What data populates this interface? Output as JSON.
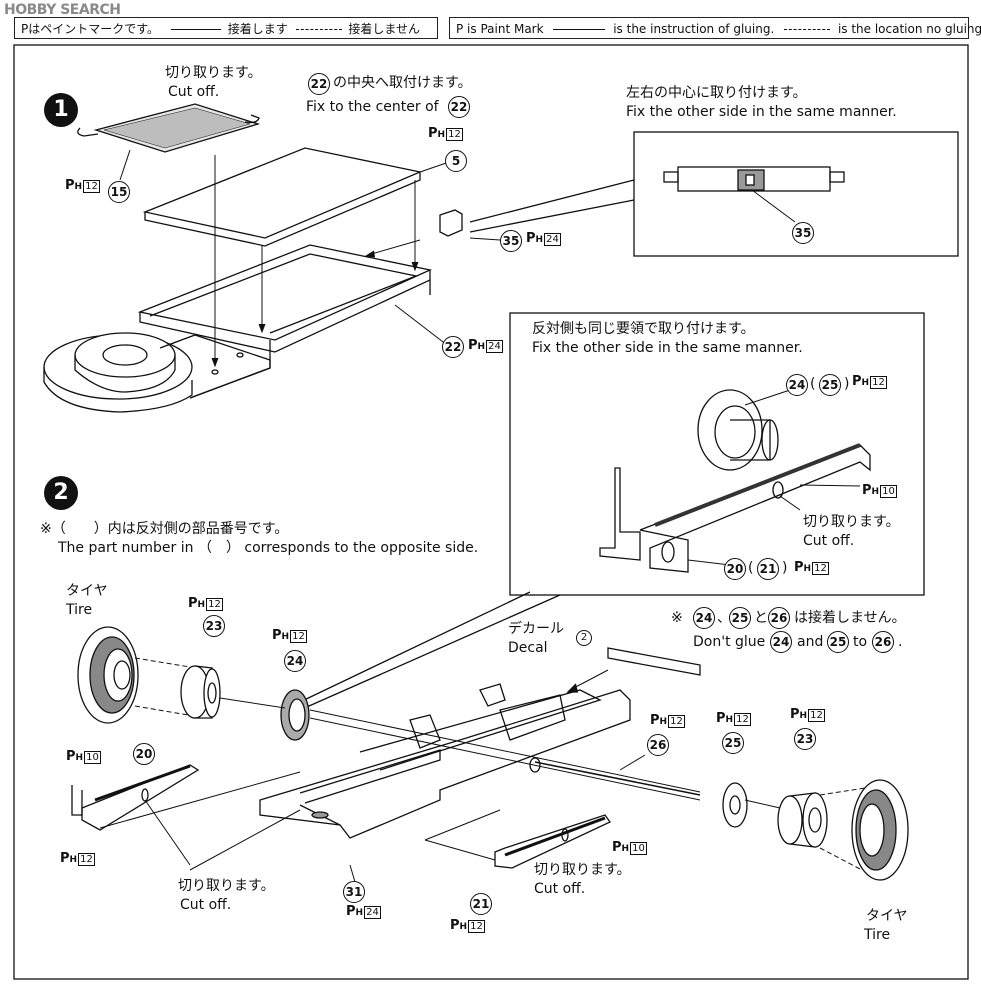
{
  "watermark": "HOBBY SEARCH",
  "legend_jp": {
    "paint": "Pはペイントマークです。",
    "glue": "接着します",
    "noglue": "接着しません"
  },
  "legend_en": {
    "paint": "P is Paint Mark",
    "glue": "is the instruction of gluing.",
    "noglue": "is the location no gluing."
  },
  "step1": {
    "number": "1",
    "cutoff_jp": "切り取ります。",
    "cutoff_en": "Cut off.",
    "fix_center_jp": "の中央へ取付けます。",
    "fix_center_en": "Fix to the center of",
    "inset_jp": "左右の中心に取り付けます。",
    "inset_en": "Fix the other side in the same manner.",
    "parts": {
      "p15": "15",
      "p5": "5",
      "p22": "22",
      "p35": "35"
    },
    "paints": {
      "a": "12",
      "b": "12",
      "c": "24",
      "d": "24"
    }
  },
  "step2": {
    "number": "2",
    "note_jp": "※（　　）内は反対側の部品番号です。",
    "note_en": "The part number in （　） corresponds to the opposite side.",
    "inset_jp": "反対側も同じ要領で取り付けます。",
    "inset_en": "Fix the other side in the same manner.",
    "inset_cut_jp": "切り取ります。",
    "inset_cut_en": "Cut off.",
    "noglue_jp": "は接着しません。",
    "noglue_en_1": "Don't glue",
    "noglue_en_2": "and",
    "noglue_en_3": "to",
    "tire_jp": "タイヤ",
    "tire_en": "Tire",
    "decal_jp": "デカール",
    "decal_en": "Decal",
    "decal_no": "2",
    "cut_jp": "切り取ります。",
    "cut_en": "Cut off.",
    "parts": {
      "p20": "20",
      "p21": "21",
      "p23": "23",
      "p24": "24",
      "p25": "25",
      "p26": "26",
      "p31": "31"
    },
    "paints": {
      "n12": "12",
      "n10": "10",
      "n24": "24"
    }
  },
  "paint_prefix": "P",
  "paint_sub": "H"
}
